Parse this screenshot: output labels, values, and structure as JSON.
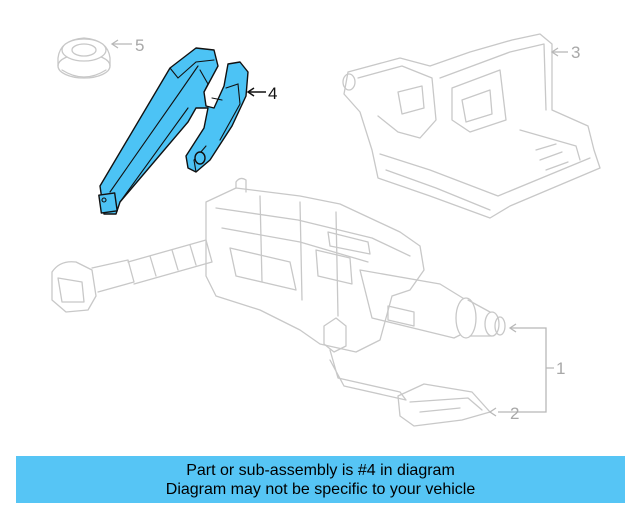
{
  "callouts": {
    "c1": "1",
    "c2": "2",
    "c3": "3",
    "c4": "4",
    "c5": "5"
  },
  "highlighted_part": "4",
  "colors": {
    "highlight": "#4cc3f5",
    "banner": "#56c5f5",
    "ghost_lines": "#c8c8c8"
  },
  "banner": {
    "line1": "Part or sub-assembly is #4 in diagram",
    "line2": "Diagram may not be specific to your vehicle"
  }
}
